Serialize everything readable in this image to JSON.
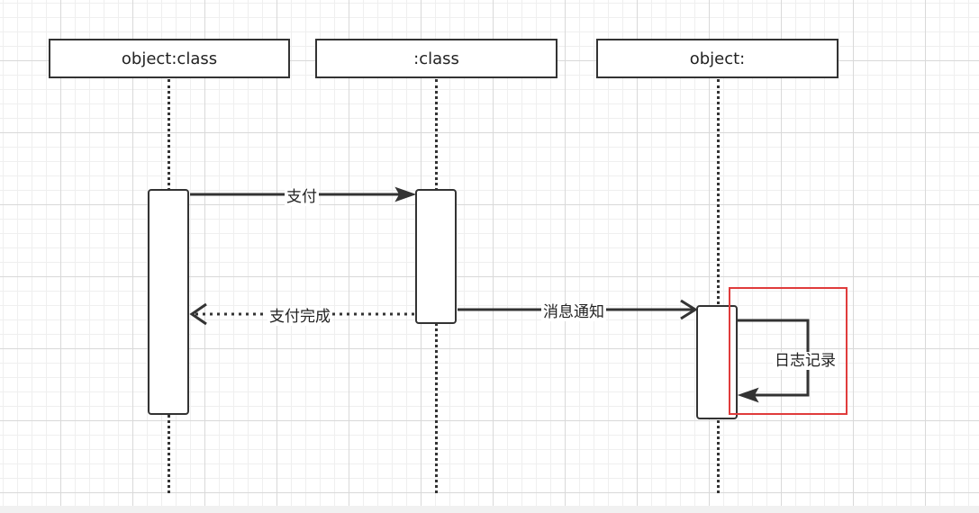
{
  "objects": [
    {
      "label": "object:class"
    },
    {
      "label": ":class"
    },
    {
      "label": "object:"
    }
  ],
  "messages": [
    {
      "label": "支付",
      "style": "solid"
    },
    {
      "label": "支付完成",
      "style": "dotted-return"
    },
    {
      "label": "消息通知",
      "style": "solid-open"
    },
    {
      "label": "日志记录",
      "style": "self"
    }
  ],
  "colors": {
    "line": "#333333",
    "highlight": "#e03c3c",
    "grid": "#d9d9d9"
  }
}
